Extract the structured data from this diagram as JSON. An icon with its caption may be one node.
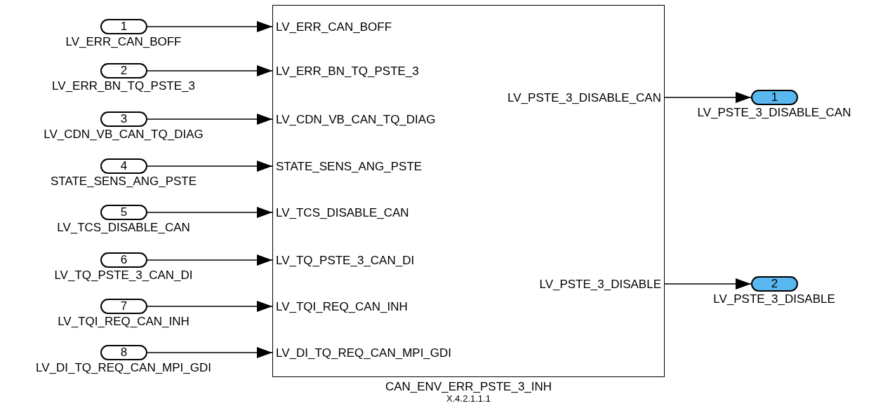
{
  "diagram": {
    "nodes": [
      {
        "text": [
          "1"
        ],
        "beside": [
          "LV_ERR_CAN_BOFF"
        ]
      },
      {
        "text": [
          "2"
        ],
        "beside": [
          "LV_ERR_BN_TQ_PSTE_3"
        ]
      },
      {
        "text": [
          "3"
        ],
        "beside": [
          "LV_CDN_VB_CAN_TQ_DIAG"
        ]
      },
      {
        "text": [
          "4"
        ],
        "beside": [
          "STATE_SENS_ANG_PSTE"
        ]
      },
      {
        "text": [
          "5"
        ],
        "beside": [
          "LV_TCS_DISABLE_CAN"
        ]
      },
      {
        "text": [
          "6"
        ],
        "beside": [
          "LV_TQ_PSTE_3_CAN_DI"
        ]
      },
      {
        "text": [
          "7"
        ],
        "beside": [
          "LV_TQI_REQ_CAN_INH"
        ]
      },
      {
        "text": [
          "8"
        ],
        "beside": [
          "LV_DI_TQ_REQ_CAN_MPI_GDI"
        ]
      },
      {
        "text": [
          "LV_ERR_CAN_BOFF",
          "LV_ERR_BN_TQ_PSTE_3",
          "LV_CDN_VB_CAN_TQ_DIAG",
          "STATE_SENS_ANG_PSTE",
          "LV_TCS_DISABLE_CAN",
          "LV_TQ_PSTE_3_CAN_DI",
          "LV_TQI_REQ_CAN_INH",
          "LV_DI_TQ_REQ_CAN_MPI_GDI",
          "LV_PSTE_3_DISABLE_CAN",
          "LV_PSTE_3_DISABLE"
        ],
        "beside": [
          "CAN_ENV_ERR_PSTE_3_INH",
          "X.4.2.1.1.1"
        ]
      },
      {
        "text": [
          "1"
        ],
        "beside": [
          "LV_PSTE_3_DISABLE_CAN"
        ]
      },
      {
        "text": [
          "2"
        ],
        "beside": [
          "LV_PSTE_3_DISABLE"
        ]
      }
    ],
    "edges": [
      {
        "from": 0,
        "to": 8,
        "arrow": "to"
      },
      {
        "from": 1,
        "to": 8,
        "arrow": "to"
      },
      {
        "from": 2,
        "to": 8,
        "arrow": "to"
      },
      {
        "from": 3,
        "to": 8,
        "arrow": "to"
      },
      {
        "from": 4,
        "to": 8,
        "arrow": "to"
      },
      {
        "from": 5,
        "to": 8,
        "arrow": "to"
      },
      {
        "from": 6,
        "to": 8,
        "arrow": "to"
      },
      {
        "from": 7,
        "to": 8,
        "arrow": "to"
      },
      {
        "from": 8,
        "to": 9,
        "arrow": "to"
      },
      {
        "from": 8,
        "to": 10,
        "arrow": "to"
      }
    ]
  }
}
